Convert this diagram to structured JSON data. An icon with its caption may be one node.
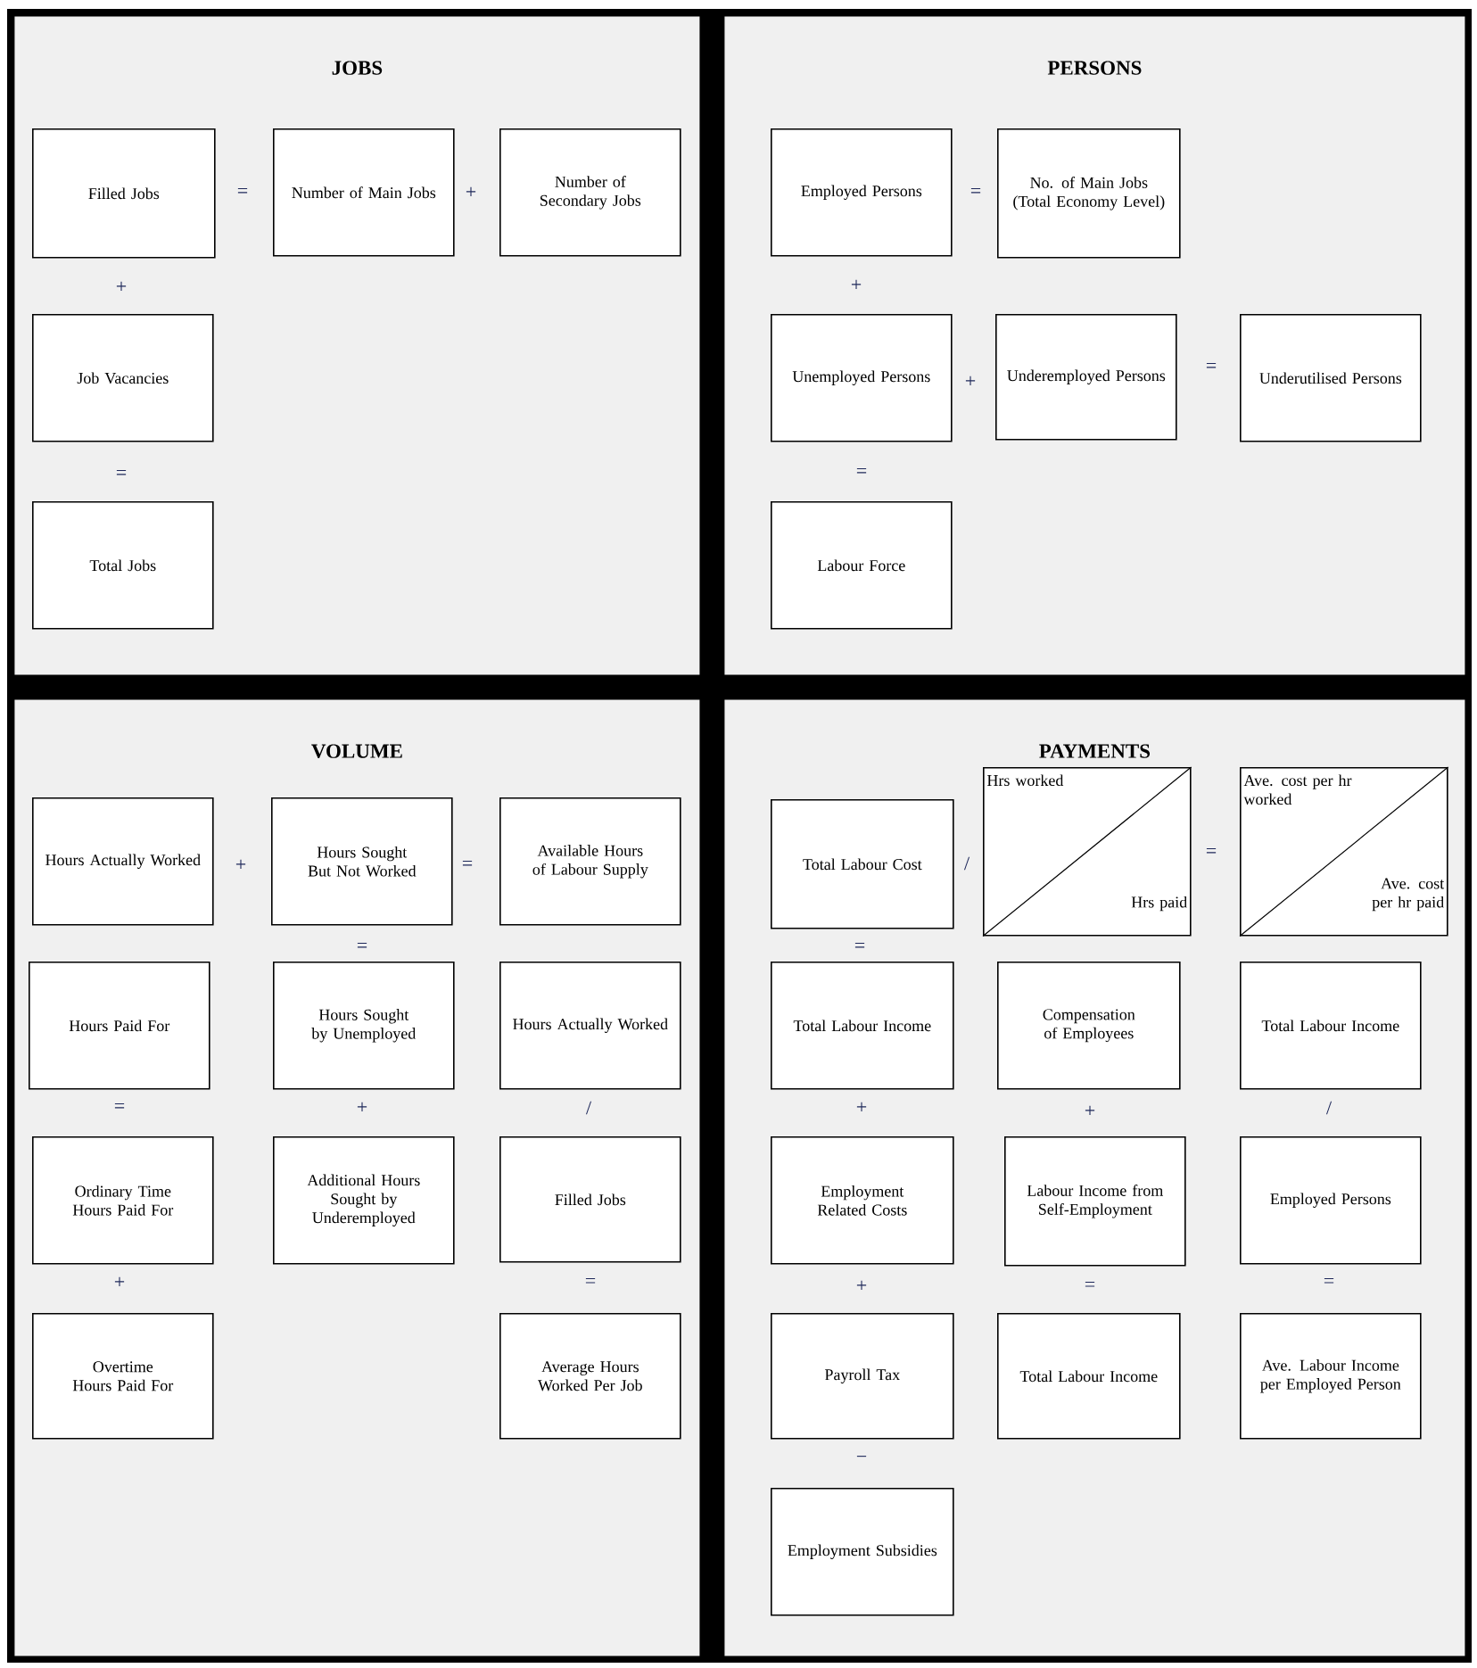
{
  "diagram": {
    "nodes": [
      {
        "text": [
          "JOBS"
        ]
      },
      {
        "text": [
          "PERSONS"
        ]
      },
      {
        "text": [
          "VOLUME"
        ]
      },
      {
        "text": [
          "PAYMENTS"
        ]
      },
      {
        "text": [
          "Filled Jobs"
        ],
        "in": 0
      },
      {
        "text": [
          "Number of Main Jobs"
        ],
        "in": 0
      },
      {
        "text": [
          "Number of Secondary Jobs"
        ],
        "in": 0
      },
      {
        "text": [
          "Job Vacancies"
        ],
        "in": 0
      },
      {
        "text": [
          "Total Jobs"
        ],
        "in": 0
      },
      {
        "text": [
          "Employed Persons"
        ],
        "in": 1
      },
      {
        "text": [
          "No. of Main Jobs (Total Economy Level)"
        ],
        "in": 1
      },
      {
        "text": [
          "Unemployed Persons"
        ],
        "in": 1
      },
      {
        "text": [
          "Underemployed Persons"
        ],
        "in": 1
      },
      {
        "text": [
          "Underutilised Persons"
        ],
        "in": 1
      },
      {
        "text": [
          "Labour Force"
        ],
        "in": 1
      },
      {
        "text": [
          "Hours Actually Worked"
        ],
        "in": 2
      },
      {
        "text": [
          "Hours Sought But Not Worked"
        ],
        "in": 2
      },
      {
        "text": [
          "Available Hours of Labour Supply"
        ],
        "in": 2
      },
      {
        "text": [
          "Hours Paid For"
        ],
        "in": 2
      },
      {
        "text": [
          "Hours Sought by Unemployed"
        ],
        "in": 2
      },
      {
        "text": [
          "Hours Actually Worked"
        ],
        "in": 2
      },
      {
        "text": [
          "Ordinary Time Hours Paid For"
        ],
        "in": 2
      },
      {
        "text": [
          "Additional Hours Sought by Underemployed"
        ],
        "in": 2
      },
      {
        "text": [
          "Filled Jobs"
        ],
        "in": 2
      },
      {
        "text": [
          "Overtime Hours Paid For"
        ],
        "in": 2
      },
      {
        "text": [
          "Average Hours Worked Per Job"
        ],
        "in": 2
      },
      {
        "text": [
          "Total Labour Cost"
        ],
        "in": 3
      },
      {
        "text": [
          "Hrs worked",
          "Hrs paid"
        ],
        "in": 3
      },
      {
        "text": [
          "Ave. cost per hr worked",
          "Ave. cost per hr paid"
        ],
        "in": 3
      },
      {
        "text": [
          "Total Labour Income"
        ],
        "in": 3
      },
      {
        "text": [
          "Compensation of Employees"
        ],
        "in": 3
      },
      {
        "text": [
          "Total Labour Income"
        ],
        "in": 3
      },
      {
        "text": [
          "Employment Related Costs"
        ],
        "in": 3
      },
      {
        "text": [
          "Labour Income from Self-Employment"
        ],
        "in": 3
      },
      {
        "text": [
          "Employed Persons"
        ],
        "in": 3
      },
      {
        "text": [
          "Payroll Tax"
        ],
        "in": 3
      },
      {
        "text": [
          "Total Labour Income"
        ],
        "in": 3
      },
      {
        "text": [
          "Ave. Labour Income per Employed Person"
        ],
        "in": 3
      },
      {
        "text": [
          "Employment Subsidies"
        ],
        "in": 3
      }
    ],
    "labels": [
      "=",
      "+",
      "+",
      "=",
      "=",
      "+",
      "+",
      "=",
      "=",
      "+",
      "=",
      "=",
      "=",
      "+",
      "/",
      "+",
      "=",
      "/",
      "=",
      "=",
      "+",
      "+",
      "/",
      "+",
      "=",
      "=",
      "−"
    ]
  }
}
